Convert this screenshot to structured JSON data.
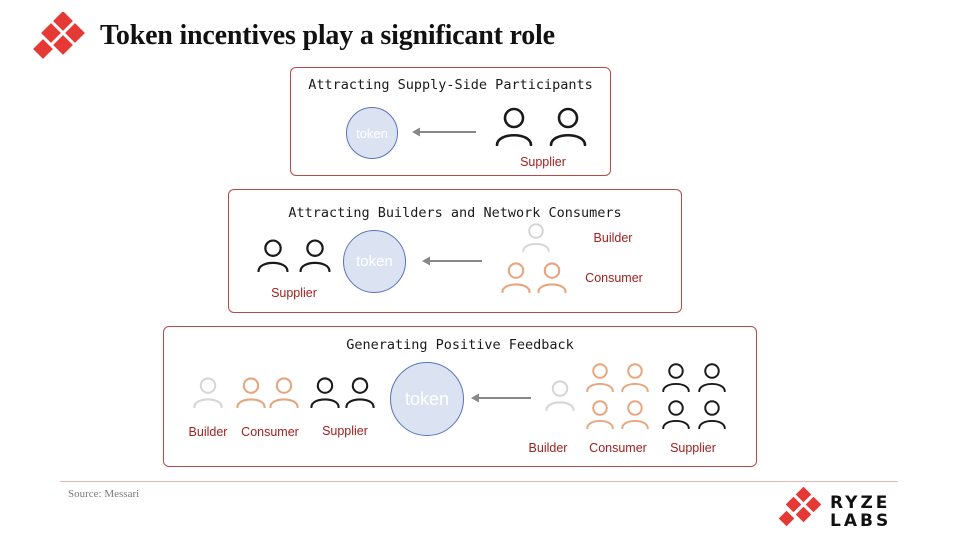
{
  "title": "Token incentives play a significant role",
  "brand": {
    "line1": "RYZE",
    "line2": "LABS",
    "color": "#e53935"
  },
  "source": "Source: Messari",
  "colors": {
    "box_border": "#b84a4a",
    "label": "#a32020",
    "token_fill": "#dbe3f3",
    "token_border": "#5a74b8",
    "supplier": "#1a1a1a",
    "consumer": "#e8a57d",
    "builder": "#cfcfcf"
  },
  "token_label": "token",
  "panels": [
    {
      "title": "Attracting Supply-Side Participants",
      "labels": {
        "supplier": "Supplier"
      }
    },
    {
      "title": "Attracting Builders and Network Consumers",
      "labels": {
        "builder": "Builder",
        "consumer": "Consumer",
        "supplier": "Supplier"
      }
    },
    {
      "title": "Generating Positive Feedback",
      "labels": {
        "builder_left": "Builder",
        "consumer_left": "Consumer",
        "supplier_left": "Supplier",
        "builder_right": "Builder",
        "consumer_right": "Consumer",
        "supplier_right": "Supplier"
      }
    }
  ]
}
